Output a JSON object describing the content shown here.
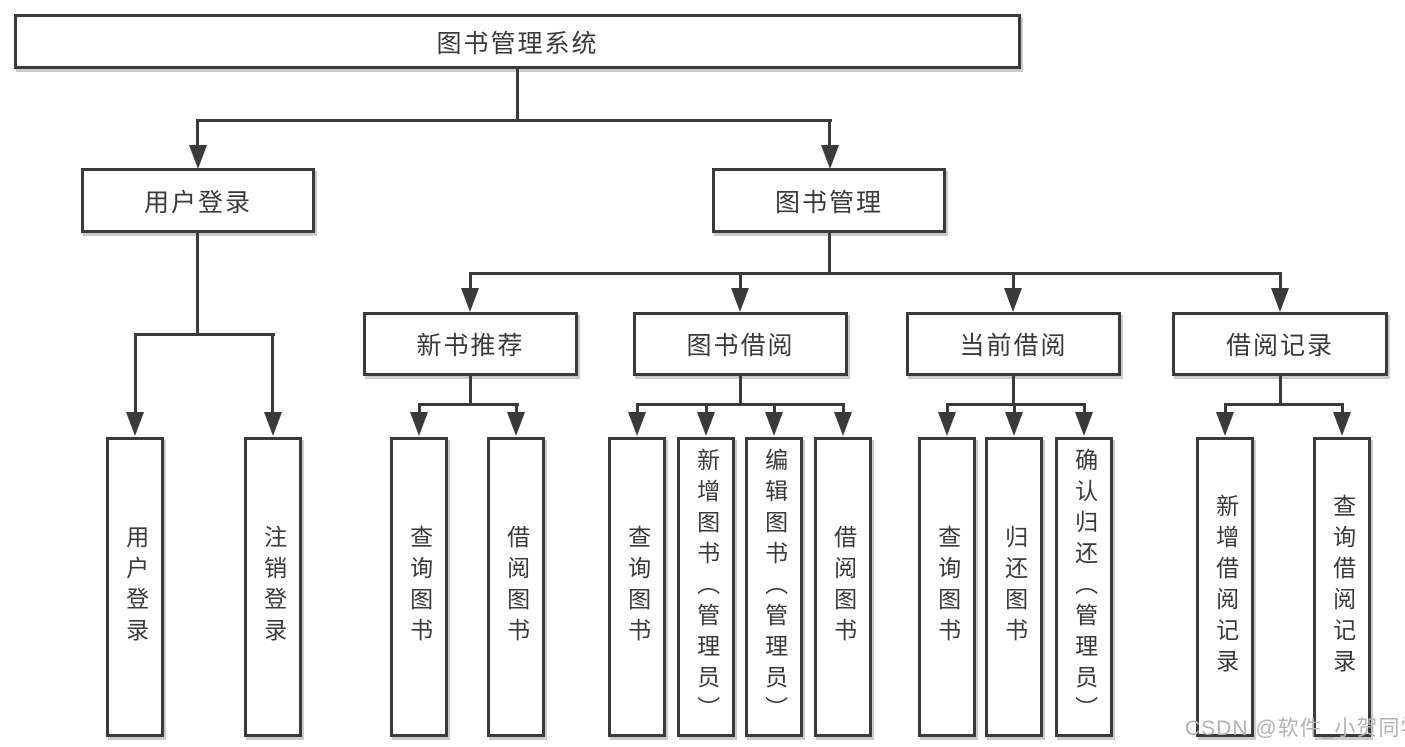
{
  "root": {
    "label": "图书管理系统"
  },
  "user_branch": {
    "label": "用户登录",
    "children": [
      {
        "label": "用户登录"
      },
      {
        "label": "注销登录"
      }
    ]
  },
  "book_branch": {
    "label": "图书管理",
    "groups": [
      {
        "label": "新书推荐",
        "children": [
          {
            "label": "查询图书"
          },
          {
            "label": "借阅图书"
          }
        ]
      },
      {
        "label": "图书借阅",
        "children": [
          {
            "label": "查询图书"
          },
          {
            "label": "新增图书（管理员）"
          },
          {
            "label": "编辑图书（管理员）"
          },
          {
            "label": "借阅图书"
          }
        ]
      },
      {
        "label": "当前借阅",
        "children": [
          {
            "label": "查询图书"
          },
          {
            "label": "归还图书"
          },
          {
            "label": "确认归还（管理员）"
          }
        ]
      },
      {
        "label": "借阅记录",
        "children": [
          {
            "label": "新增借阅记录"
          },
          {
            "label": "查询借阅记录"
          }
        ]
      }
    ]
  },
  "watermark": {
    "text": "CSDN @软件_小贺同学"
  },
  "colors": {
    "line": "#3a3a3a",
    "text": "#3a3a3a",
    "box_background": "#ffffff",
    "page_background": "#ffffff",
    "watermark": "#b3b3b3"
  }
}
